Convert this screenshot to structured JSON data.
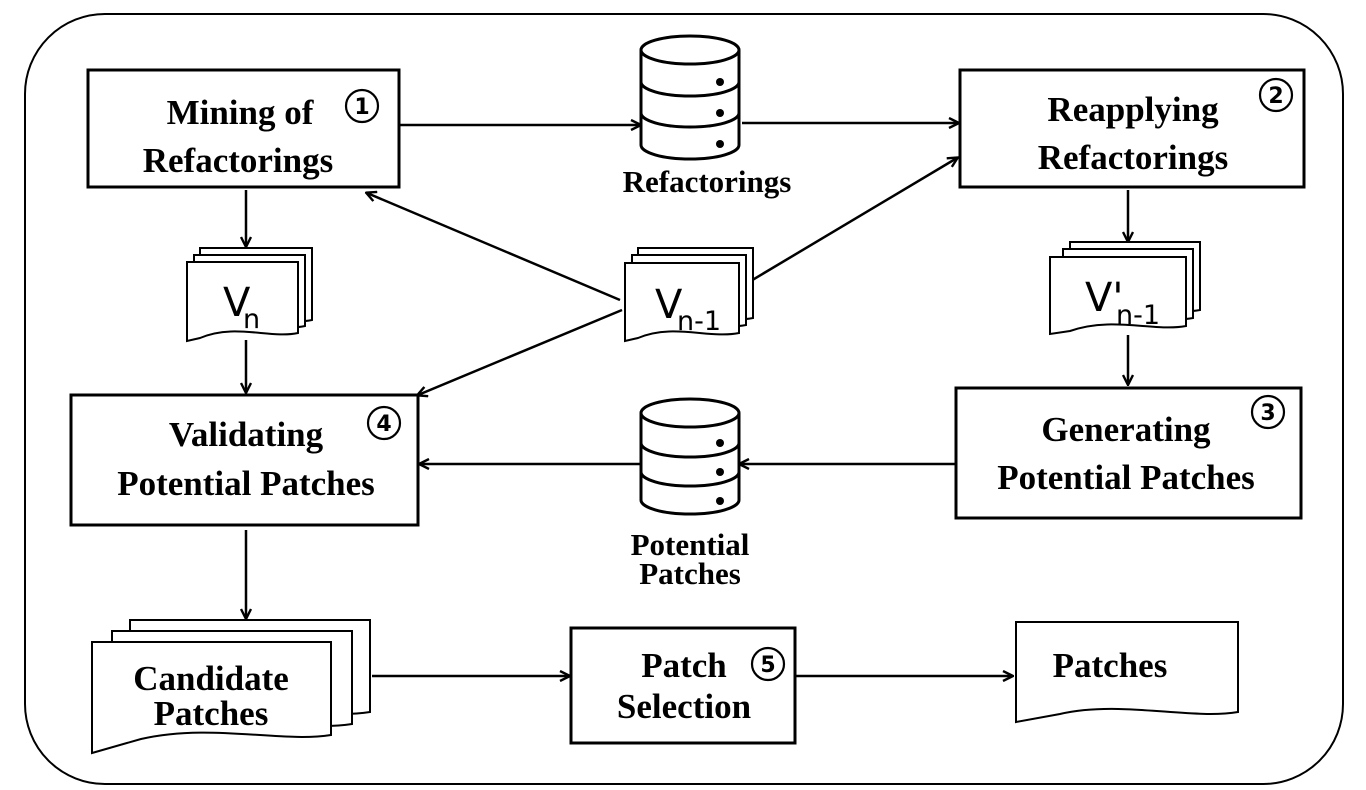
{
  "processes": {
    "mining": {
      "line1": "Mining of",
      "line2": "Refactorings",
      "step": "1"
    },
    "reapplying": {
      "line1": "Reapplying",
      "line2": "Refactorings",
      "step": "2"
    },
    "generating": {
      "line1": "Generating",
      "line2": "Potential Patches",
      "step": "3"
    },
    "validating": {
      "line1": "Validating",
      "line2": "Potential Patches",
      "step": "4"
    },
    "selection": {
      "line1": "Patch",
      "line2": "Selection",
      "step": "5"
    }
  },
  "stores": {
    "refactorings": {
      "label": "Refactorings"
    },
    "potential_patches": {
      "line1": "Potential",
      "line2": "Patches"
    }
  },
  "documents": {
    "vn": {
      "base": "V",
      "sub": "n"
    },
    "vn1": {
      "base": "V",
      "sub": "n-1"
    },
    "vprime": {
      "base": "V'",
      "sub": "n-1"
    },
    "candidate": {
      "line1": "Candidate",
      "line2": "Patches"
    },
    "patches": {
      "label": "Patches"
    }
  }
}
